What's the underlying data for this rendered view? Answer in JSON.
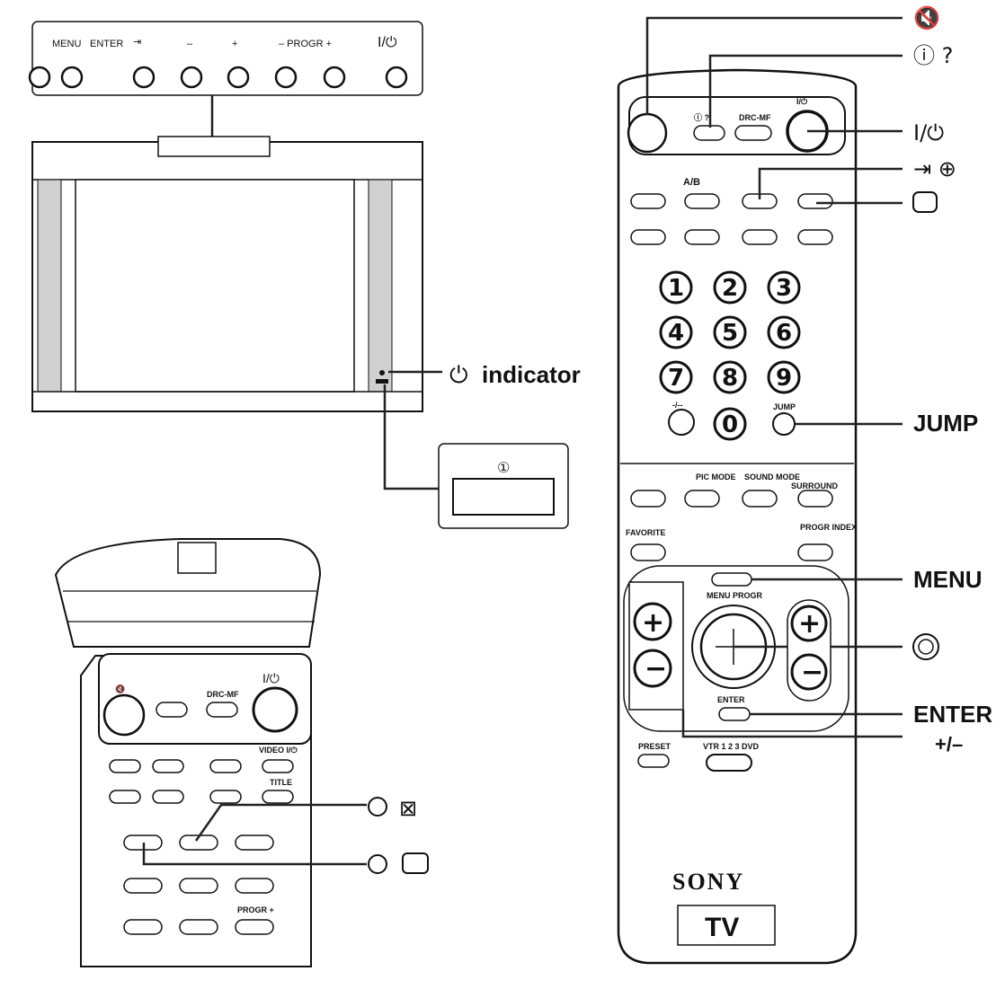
{
  "tv_panel": {
    "menu_label": "MENU",
    "enter_label": "ENTER",
    "input_glyph": "⇥",
    "minus": "–",
    "plus": "+",
    "progr_label": "– PROGR +",
    "power_glyph": "I/⏻"
  },
  "tv_callouts": {
    "indicator_label": "indicator",
    "indicator_glyph": "⏻",
    "main_switch_glyph": "①"
  },
  "remote": {
    "mute_icon": "mute-icon",
    "info_labels": "ⓘ ?",
    "drc_label": "DRC-MF",
    "power_label": "I/⏻",
    "ab_label": "A/B",
    "numbers": [
      "1",
      "2",
      "3",
      "4",
      "5",
      "6",
      "7",
      "8",
      "9",
      "0"
    ],
    "dash_label": "-/--",
    "jump_label": "JUMP",
    "pic_mode": "PIC MODE",
    "sound_mode": "SOUND MODE",
    "surround": "SURROUND",
    "favorite": "FAVORITE",
    "progr_index": "PROGR INDEX",
    "menu_progr": "MENU PROGR",
    "enter": "ENTER",
    "preset": "PRESET",
    "selector": "VTR 1 2 3 DVD",
    "brand": "SONY",
    "tv_mark": "TV"
  },
  "remote_callouts": {
    "jump": "JUMP",
    "menu": "MENU",
    "enter": "ENTER",
    "plus_minus": "+/–",
    "power": "I/⏻"
  },
  "flip_remote": {
    "drc_label": "DRC-MF",
    "power_label": "I/⏻",
    "video_label": "VIDEO I/⏻",
    "title_label": "TITLE",
    "progr_plus": "PROGR +"
  },
  "colors": {
    "line": "#222222",
    "screen_bezel": "#d0d0d0"
  }
}
